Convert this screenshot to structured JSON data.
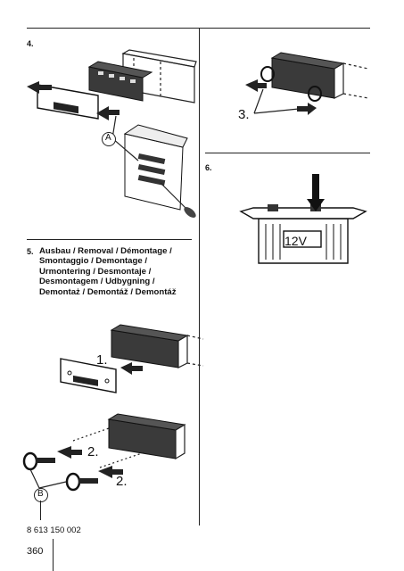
{
  "page": {
    "number": "360",
    "part_number": "8 613 150 002"
  },
  "sections": {
    "s4": {
      "number": "4.",
      "callout": "A"
    },
    "s5": {
      "number": "5.",
      "heading_lines": [
        "Ausbau / Removal / Démontage /",
        "Smontaggio / Demontage /",
        "Urmontering / Desmontaje /",
        "Desmontagem / Udbygning /",
        "Demontaż / Demontáž / Demontáž"
      ],
      "step1": "1.",
      "step2a": "2.",
      "step2b": "2.",
      "callout": "B"
    },
    "s3": {
      "step": "3."
    },
    "s6": {
      "number": "6.",
      "battery_label": "12V"
    }
  }
}
